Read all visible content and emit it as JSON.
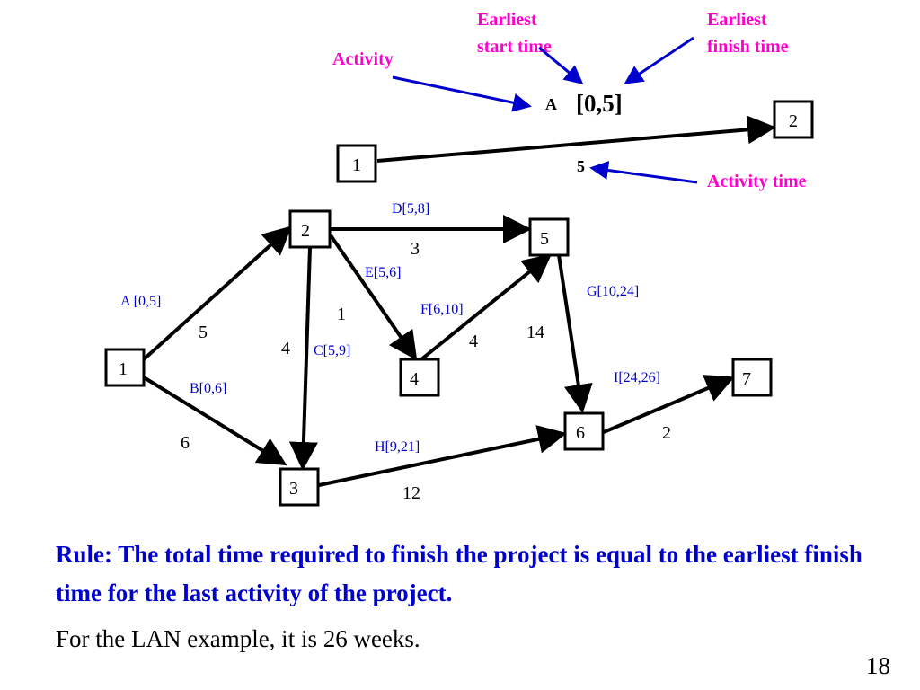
{
  "legend": {
    "earliest_start": [
      "Earliest",
      "start time"
    ],
    "earliest_finish": [
      "Earliest",
      "finish time"
    ],
    "activity_caption": "Activity",
    "activity_time_caption": "Activity time",
    "activity_name": "A",
    "activity_bracket": "[0,5]",
    "activity_duration": "5",
    "node_from": "1",
    "node_to": "2"
  },
  "network": {
    "nodes": [
      {
        "id": "1",
        "label": "1"
      },
      {
        "id": "2",
        "label": "2"
      },
      {
        "id": "3",
        "label": "3"
      },
      {
        "id": "4",
        "label": "4"
      },
      {
        "id": "5",
        "label": "5"
      },
      {
        "id": "6",
        "label": "6"
      },
      {
        "id": "7",
        "label": "7"
      }
    ],
    "edges": [
      {
        "from": "1",
        "to": "2",
        "label": "A [0,5]",
        "duration": "5"
      },
      {
        "from": "1",
        "to": "3",
        "label": "B[0,6]",
        "duration": "6"
      },
      {
        "from": "2",
        "to": "3",
        "label": "C[5,9]",
        "duration": "4"
      },
      {
        "from": "2",
        "to": "5",
        "label": "D[5,8]",
        "duration": "3"
      },
      {
        "from": "2",
        "to": "4",
        "label": "E[5,6]",
        "duration": "1"
      },
      {
        "from": "4",
        "to": "5",
        "label": "F[6,10]",
        "duration": "4"
      },
      {
        "from": "5",
        "to": "6",
        "label": "G[10,24]",
        "duration": "14"
      },
      {
        "from": "3",
        "to": "6",
        "label": "H[9,21]",
        "duration": "12"
      },
      {
        "from": "6",
        "to": "7",
        "label": "I[24,26]",
        "duration": "2"
      }
    ]
  },
  "rule_text": "Rule: The total time required to finish the project is equal to the earliest finish time for the last activity of the project.",
  "lan_text": "For the LAN example, it is 26 weeks.",
  "page_number": "18",
  "colors": {
    "annotation": "#ff00cc",
    "callout": "#0000cc",
    "rule": "#0000cc",
    "ink": "#000000"
  }
}
